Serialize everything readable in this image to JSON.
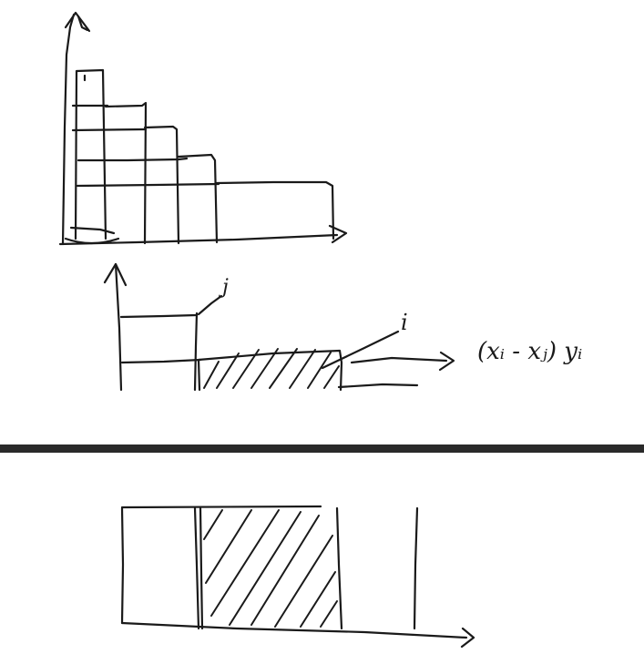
{
  "colors": {
    "ink": "#1a1a1a",
    "background": "#ffffff",
    "divider": "#2a2a2a"
  },
  "labels": {
    "index_j": "j",
    "index_i": "i",
    "area_formula": "(xᵢ - xⱼ) yᵢ"
  }
}
